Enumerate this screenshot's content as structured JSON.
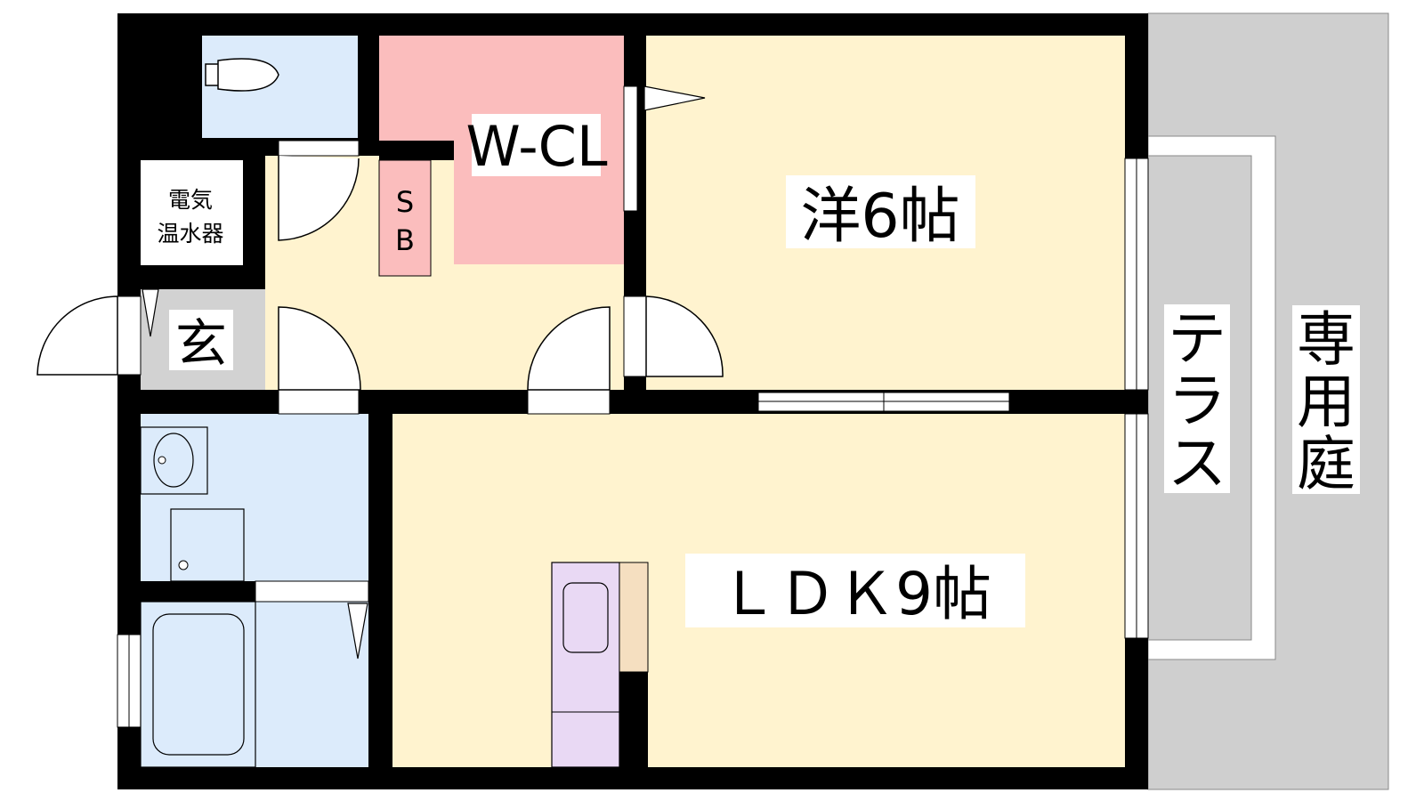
{
  "floor_plan": {
    "rooms": {
      "western": {
        "label": "洋6帖"
      },
      "ldk": {
        "label": "ＬＤＫ9帖"
      },
      "closet": {
        "label": "W-CL"
      },
      "shoe_box": {
        "label_top": "S",
        "label_bottom": "B"
      },
      "water_heater": {
        "line1": "電気",
        "line2": "温水器"
      },
      "entrance": {
        "label": "玄"
      },
      "terrace": {
        "chars": [
          "テ",
          "ラ",
          "ス"
        ]
      },
      "garden": {
        "chars": [
          "専",
          "用",
          "庭"
        ]
      }
    },
    "colors": {
      "wall": "#000000",
      "room_beige": "#fff3cf",
      "wet_area_blue": "#dcebfb",
      "closet_pink": "#fbbdbd",
      "kitchen_lavender": "#e9d9f4",
      "outdoor_gray": "#cfcfcf",
      "entrance_gray": "#d2d2d2"
    }
  }
}
